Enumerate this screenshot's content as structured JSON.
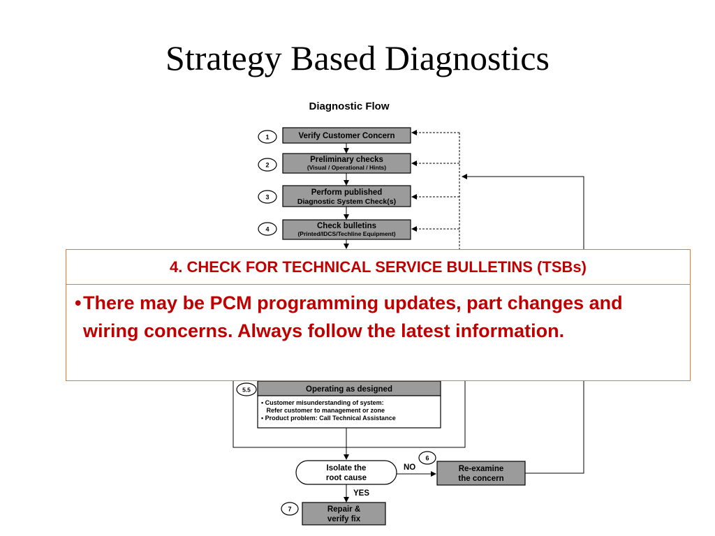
{
  "slide": {
    "title": "Strategy Based Diagnostics"
  },
  "diagram": {
    "heading": "Diagnostic Flow",
    "steps": [
      {
        "num": "1",
        "label": "Verify Customer Concern",
        "sub": ""
      },
      {
        "num": "2",
        "label": "Preliminary checks",
        "sub": "(Visual / Operational / Hints)"
      },
      {
        "num": "3",
        "label": "Perform published",
        "sub": "Diagnostic System Check(s)"
      },
      {
        "num": "4",
        "label": "Check bulletins",
        "sub": "(Printed/IDCS/Techline Equipment)"
      }
    ],
    "step55": {
      "num": "5.5",
      "label": "Operating as designed",
      "notes": [
        "• Customer misunderstanding of system:",
        "   Refer customer to management or zone",
        "• Product problem: Call Technical Assistance"
      ]
    },
    "isolate": {
      "line1": "Isolate the",
      "line2": "root cause"
    },
    "no_label": "NO",
    "yes_label": "YES",
    "step6": {
      "num": "6",
      "line1": "Re-examine",
      "line2": "the concern"
    },
    "step7": {
      "num": "7",
      "line1": "Repair &",
      "line2": "verify fix"
    }
  },
  "callout": {
    "heading": "4. CHECK FOR TECHNICAL SERVICE BULLETINS (TSBs)",
    "bullet": "•",
    "body": "There may be PCM programming updates, part changes and wiring concerns. Always follow the latest information."
  },
  "colors": {
    "box_fill": "#9b9b9b",
    "callout_border": "#e07b2a",
    "callout_text": "#c00000"
  }
}
